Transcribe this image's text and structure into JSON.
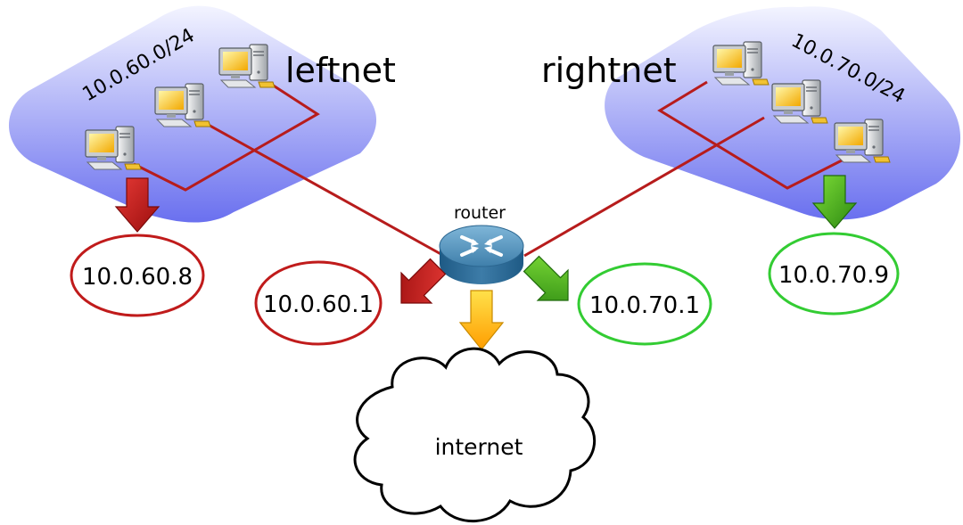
{
  "networks": {
    "left": {
      "name": "leftnet",
      "subnet": "10.0.60.0/24",
      "host_ip": "10.0.60.8",
      "color": "#c01b1b"
    },
    "right": {
      "name": "rightnet",
      "subnet": "10.0.70.0/24",
      "host_ip": "10.0.70.9",
      "color": "#33cc33"
    }
  },
  "router": {
    "label": "router",
    "left_ip": "10.0.60.1",
    "right_ip": "10.0.70.1"
  },
  "internet": {
    "label": "internet"
  },
  "colors": {
    "cable": "#b71c1c",
    "cloud_fill_top": "#f2f3ff",
    "cloud_fill_bottom": "#6d71f0",
    "red_arrow": "#c01515",
    "green_arrow": "#3fae1a",
    "yellow_arrow": "#ffbf00"
  },
  "icons": {
    "host": "desktop-computer-icon",
    "router": "router-icon",
    "internet": "cloud-icon"
  }
}
